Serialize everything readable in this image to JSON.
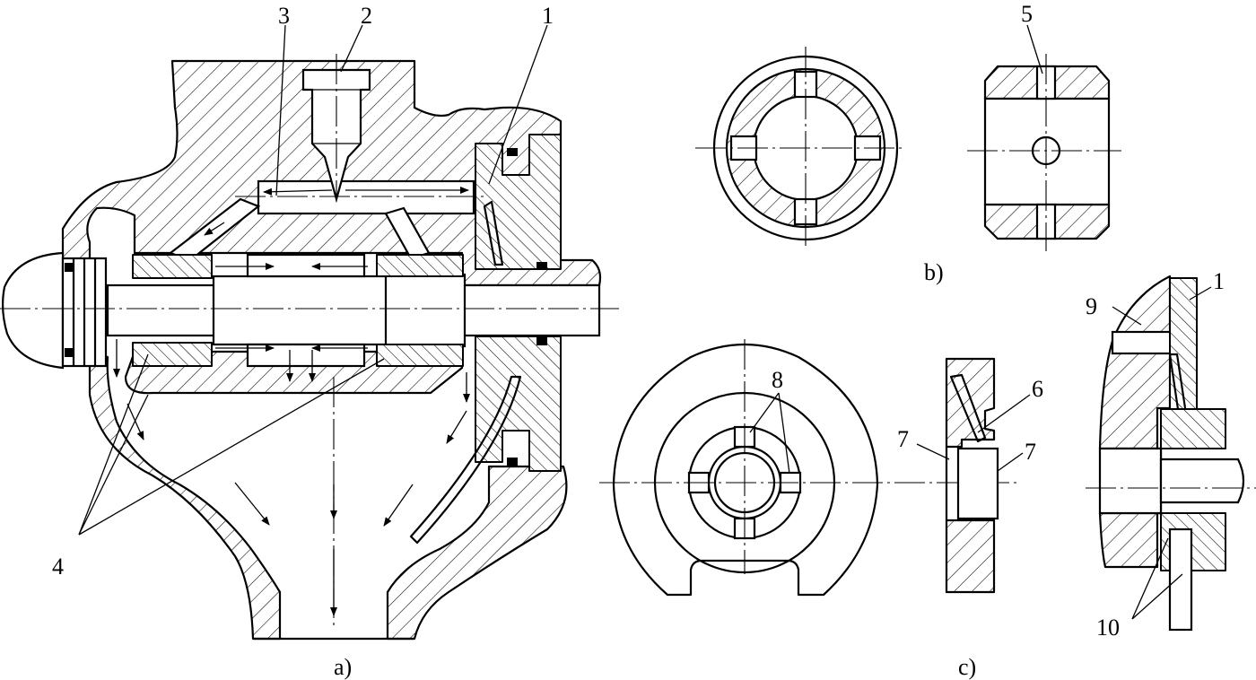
{
  "callouts": {
    "n1": "1",
    "n2": "2",
    "n3": "3",
    "n4": "4",
    "n5": "5",
    "n6": "6",
    "n7": "7",
    "n8": "8",
    "n9": "9",
    "n10": "10"
  },
  "captions": {
    "a": "a)",
    "b": "b)",
    "c": "c)"
  }
}
